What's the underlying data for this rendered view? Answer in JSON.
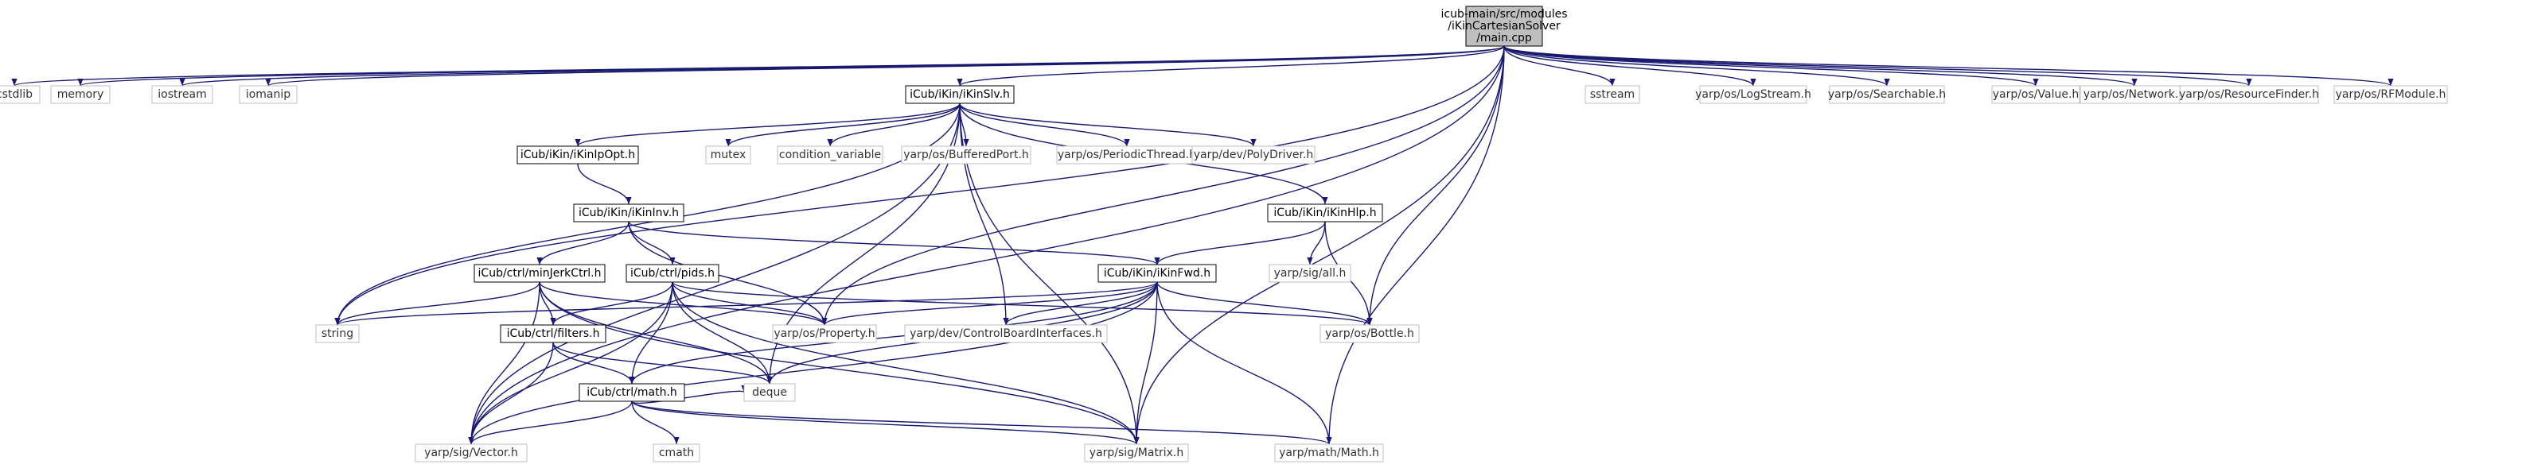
{
  "colors": {
    "edge": "#191970",
    "root_fill": "#bfbfbf",
    "internal_stroke": "#000000",
    "external_stroke": "#bfbfbf",
    "background": "#ffffff"
  },
  "nodes": [
    {
      "id": "root",
      "lines": [
        "icub-main/src/modules",
        "/iKinCartesianSolver",
        "/main.cpp"
      ],
      "kind": "root"
    },
    {
      "id": "cstdlib",
      "lines": [
        "cstdlib"
      ],
      "kind": "external"
    },
    {
      "id": "memory",
      "lines": [
        "memory"
      ],
      "kind": "external"
    },
    {
      "id": "iostream",
      "lines": [
        "iostream"
      ],
      "kind": "external"
    },
    {
      "id": "iomanip",
      "lines": [
        "iomanip"
      ],
      "kind": "external"
    },
    {
      "id": "ikinslv",
      "lines": [
        "iCub/iKin/iKinSlv.h"
      ],
      "kind": "internal"
    },
    {
      "id": "sstream",
      "lines": [
        "sstream"
      ],
      "kind": "external"
    },
    {
      "id": "logstream",
      "lines": [
        "yarp/os/LogStream.h"
      ],
      "kind": "external"
    },
    {
      "id": "searchable",
      "lines": [
        "yarp/os/Searchable.h"
      ],
      "kind": "external"
    },
    {
      "id": "value",
      "lines": [
        "yarp/os/Value.h"
      ],
      "kind": "external"
    },
    {
      "id": "network",
      "lines": [
        "yarp/os/Network.h"
      ],
      "kind": "external"
    },
    {
      "id": "resourcefinder",
      "lines": [
        "yarp/os/ResourceFinder.h"
      ],
      "kind": "external"
    },
    {
      "id": "rfmodule",
      "lines": [
        "yarp/os/RFModule.h"
      ],
      "kind": "external"
    },
    {
      "id": "ikinipopt",
      "lines": [
        "iCub/iKin/iKinIpOpt.h"
      ],
      "kind": "internal"
    },
    {
      "id": "mutex",
      "lines": [
        "mutex"
      ],
      "kind": "external"
    },
    {
      "id": "condvar",
      "lines": [
        "condition_variable"
      ],
      "kind": "external"
    },
    {
      "id": "bufferedport",
      "lines": [
        "yarp/os/BufferedPort.h"
      ],
      "kind": "external"
    },
    {
      "id": "periodicthread",
      "lines": [
        "yarp/os/PeriodicThread.h"
      ],
      "kind": "external"
    },
    {
      "id": "polydriver",
      "lines": [
        "yarp/dev/PolyDriver.h"
      ],
      "kind": "external"
    },
    {
      "id": "ikininv",
      "lines": [
        "iCub/iKin/iKinInv.h"
      ],
      "kind": "internal"
    },
    {
      "id": "ikinhlp",
      "lines": [
        "iCub/iKin/iKinHlp.h"
      ],
      "kind": "internal"
    },
    {
      "id": "minjerk",
      "lines": [
        "iCub/ctrl/minJerkCtrl.h"
      ],
      "kind": "internal"
    },
    {
      "id": "pids",
      "lines": [
        "iCub/ctrl/pids.h"
      ],
      "kind": "internal"
    },
    {
      "id": "ikinfwd",
      "lines": [
        "iCub/iKin/iKinFwd.h"
      ],
      "kind": "internal"
    },
    {
      "id": "sigall",
      "lines": [
        "yarp/sig/all.h"
      ],
      "kind": "external"
    },
    {
      "id": "string",
      "lines": [
        "string"
      ],
      "kind": "external"
    },
    {
      "id": "filters",
      "lines": [
        "iCub/ctrl/filters.h"
      ],
      "kind": "internal"
    },
    {
      "id": "property",
      "lines": [
        "yarp/os/Property.h"
      ],
      "kind": "external"
    },
    {
      "id": "cbi",
      "lines": [
        "yarp/dev/ControlBoardInterfaces.h"
      ],
      "kind": "external"
    },
    {
      "id": "bottle",
      "lines": [
        "yarp/os/Bottle.h"
      ],
      "kind": "external"
    },
    {
      "id": "deque",
      "lines": [
        "deque"
      ],
      "kind": "external"
    },
    {
      "id": "math",
      "lines": [
        "iCub/ctrl/math.h"
      ],
      "kind": "internal"
    },
    {
      "id": "vector",
      "lines": [
        "yarp/sig/Vector.h"
      ],
      "kind": "external"
    },
    {
      "id": "cmath",
      "lines": [
        "cmath"
      ],
      "kind": "external"
    },
    {
      "id": "matrix",
      "lines": [
        "yarp/sig/Matrix.h"
      ],
      "kind": "external"
    },
    {
      "id": "ymath",
      "lines": [
        "yarp/math/Math.h"
      ],
      "kind": "external"
    }
  ],
  "edges": [
    [
      "root",
      "cstdlib"
    ],
    [
      "root",
      "memory"
    ],
    [
      "root",
      "iostream"
    ],
    [
      "root",
      "iomanip"
    ],
    [
      "root",
      "ikinslv"
    ],
    [
      "root",
      "sstream"
    ],
    [
      "root",
      "logstream"
    ],
    [
      "root",
      "searchable"
    ],
    [
      "root",
      "value"
    ],
    [
      "root",
      "network"
    ],
    [
      "root",
      "resourcefinder"
    ],
    [
      "root",
      "rfmodule"
    ],
    [
      "root",
      "string"
    ],
    [
      "root",
      "property"
    ],
    [
      "root",
      "bottle"
    ],
    [
      "root",
      "vector"
    ],
    [
      "root",
      "matrix"
    ],
    [
      "root",
      "ymath"
    ],
    [
      "ikinslv",
      "ikinipopt"
    ],
    [
      "ikinslv",
      "mutex"
    ],
    [
      "ikinslv",
      "condvar"
    ],
    [
      "ikinslv",
      "bufferedport"
    ],
    [
      "ikinslv",
      "periodicthread"
    ],
    [
      "ikinslv",
      "polydriver"
    ],
    [
      "ikinslv",
      "ikinhlp"
    ],
    [
      "ikinslv",
      "string"
    ],
    [
      "ikinslv",
      "vector"
    ],
    [
      "ikinslv",
      "matrix"
    ],
    [
      "ikinslv",
      "cbi"
    ],
    [
      "ikinslv",
      "deque"
    ],
    [
      "ikinipopt",
      "ikininv"
    ],
    [
      "ikininv",
      "minjerk"
    ],
    [
      "ikininv",
      "pids"
    ],
    [
      "ikininv",
      "ikinfwd"
    ],
    [
      "ikininv",
      "property"
    ],
    [
      "ikinhlp",
      "ikinfwd"
    ],
    [
      "ikinhlp",
      "sigall"
    ],
    [
      "ikinhlp",
      "bottle"
    ],
    [
      "minjerk",
      "string"
    ],
    [
      "minjerk",
      "filters"
    ],
    [
      "minjerk",
      "property"
    ],
    [
      "minjerk",
      "vector"
    ],
    [
      "minjerk",
      "deque"
    ],
    [
      "minjerk",
      "matrix"
    ],
    [
      "pids",
      "filters"
    ],
    [
      "pids",
      "math"
    ],
    [
      "pids",
      "property"
    ],
    [
      "pids",
      "bottle"
    ],
    [
      "pids",
      "vector"
    ],
    [
      "pids",
      "matrix"
    ],
    [
      "pids",
      "deque"
    ],
    [
      "ikinfwd",
      "string"
    ],
    [
      "ikinfwd",
      "property"
    ],
    [
      "ikinfwd",
      "cbi"
    ],
    [
      "ikinfwd",
      "bottle"
    ],
    [
      "ikinfwd",
      "deque"
    ],
    [
      "ikinfwd",
      "math"
    ],
    [
      "ikinfwd",
      "vector"
    ],
    [
      "ikinfwd",
      "matrix"
    ],
    [
      "ikinfwd",
      "ymath"
    ],
    [
      "filters",
      "deque"
    ],
    [
      "filters",
      "math"
    ],
    [
      "filters",
      "vector"
    ],
    [
      "math",
      "deque"
    ],
    [
      "math",
      "vector"
    ],
    [
      "math",
      "cmath"
    ],
    [
      "math",
      "matrix"
    ],
    [
      "math",
      "ymath"
    ]
  ]
}
